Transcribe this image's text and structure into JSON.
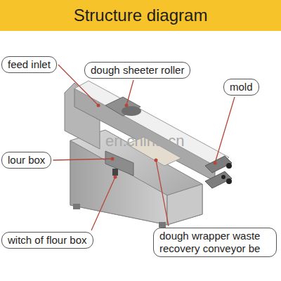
{
  "diagram": {
    "title": "Structure diagram",
    "nodes": [
      {
        "text": [
          "feed inlet"
        ]
      },
      {
        "text": [
          "dough sheeter roller"
        ]
      },
      {
        "text": [
          "mold"
        ]
      },
      {
        "text": [
          "lour box"
        ]
      },
      {
        "text": [
          "witch of flour box"
        ]
      },
      {
        "text": [
          "dough wrapper waste recovery conveyor be"
        ]
      }
    ],
    "labels": [
      "en.china.cn"
    ]
  }
}
